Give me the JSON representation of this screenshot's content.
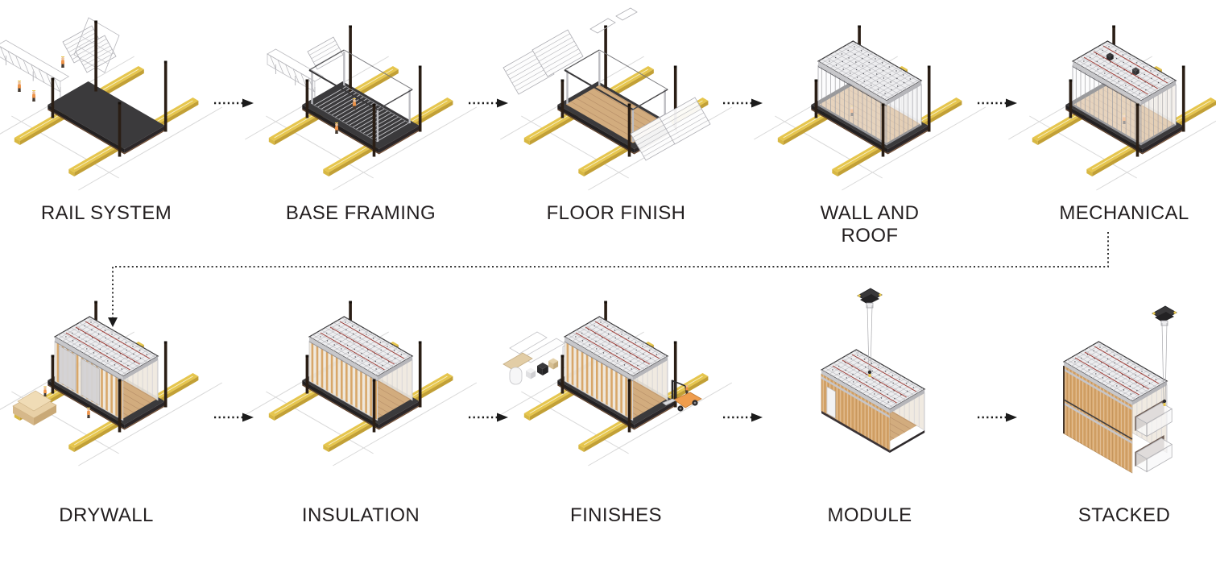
{
  "diagram": {
    "colors": {
      "rail_yellow": "#e6c64e",
      "rail_yellow_side": "#c2a036",
      "platform_dark": "#3b3a3c",
      "wood": "#d2ac7e",
      "stud_wood": "#d8a76a",
      "forklift_orange": "#ef9d4d",
      "worker_orange": "#ee9348",
      "mechanical_red": "#9a362f",
      "label_text": "#231f20",
      "arrow_black": "#1b1b1b"
    },
    "rows": [
      {
        "steps": [
          {
            "label": "RAIL SYSTEM",
            "scene": "rail-system"
          },
          {
            "label": "BASE FRAMING",
            "scene": "base-framing"
          },
          {
            "label": "FLOOR FINISH",
            "scene": "floor-finish"
          },
          {
            "label": "WALL AND ROOF",
            "scene": "wall-roof"
          },
          {
            "label": "MECHANICAL",
            "scene": "mechanical"
          }
        ]
      },
      {
        "steps": [
          {
            "label": "DRYWALL",
            "scene": "drywall"
          },
          {
            "label": "INSULATION",
            "scene": "insulation"
          },
          {
            "label": "FINISHES",
            "scene": "finishes"
          },
          {
            "label": "MODULE",
            "scene": "module"
          },
          {
            "label": "STACKED",
            "scene": "stacked"
          }
        ]
      }
    ]
  }
}
